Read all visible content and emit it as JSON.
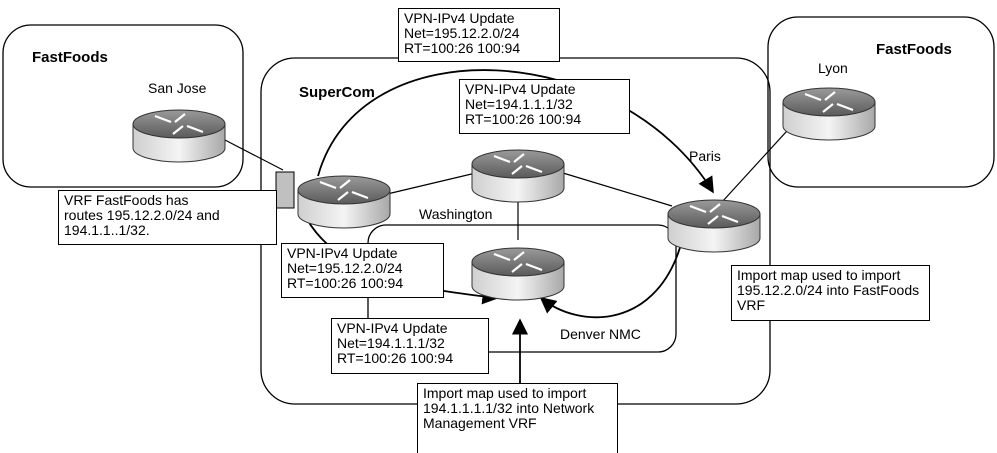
{
  "regions": {
    "fastfoods_left": "FastFoods",
    "fastfoods_right": "FastFoods",
    "supercom": "SuperCom"
  },
  "routers": {
    "san_jose": "San Jose",
    "lyon": "Lyon",
    "paris": "Paris",
    "washington": "Washington",
    "denver": "Denver NMC"
  },
  "boxes": {
    "top_update": [
      "VPN-IPv4 Update",
      "Net=195.12.2.0/24",
      "RT=100:26 100:94"
    ],
    "mid_update": [
      "VPN-IPv4 Update",
      "Net=194.1.1.1/32",
      "RT=100:26 100:94"
    ],
    "vrf_note": [
      "VRF FastFoods has",
      "routes 195.12.2.0/24 and",
      "194.1.1..1/32."
    ],
    "left_update": [
      "VPN-IPv4 Update",
      "Net=195.12.2.0/24",
      "RT=100:26 100:94"
    ],
    "bottom_update": [
      "VPN-IPv4 Update",
      "Net=194.1.1.1/32",
      "RT=100:26 100:94"
    ],
    "import_fastfoods": [
      "Import map used to import",
      "195.12.2.0/24 into FastFoods",
      "VRF"
    ],
    "import_nm": [
      "Import map used to import",
      "194.1.1.1.1/32 into Network",
      "Management VRF"
    ]
  }
}
